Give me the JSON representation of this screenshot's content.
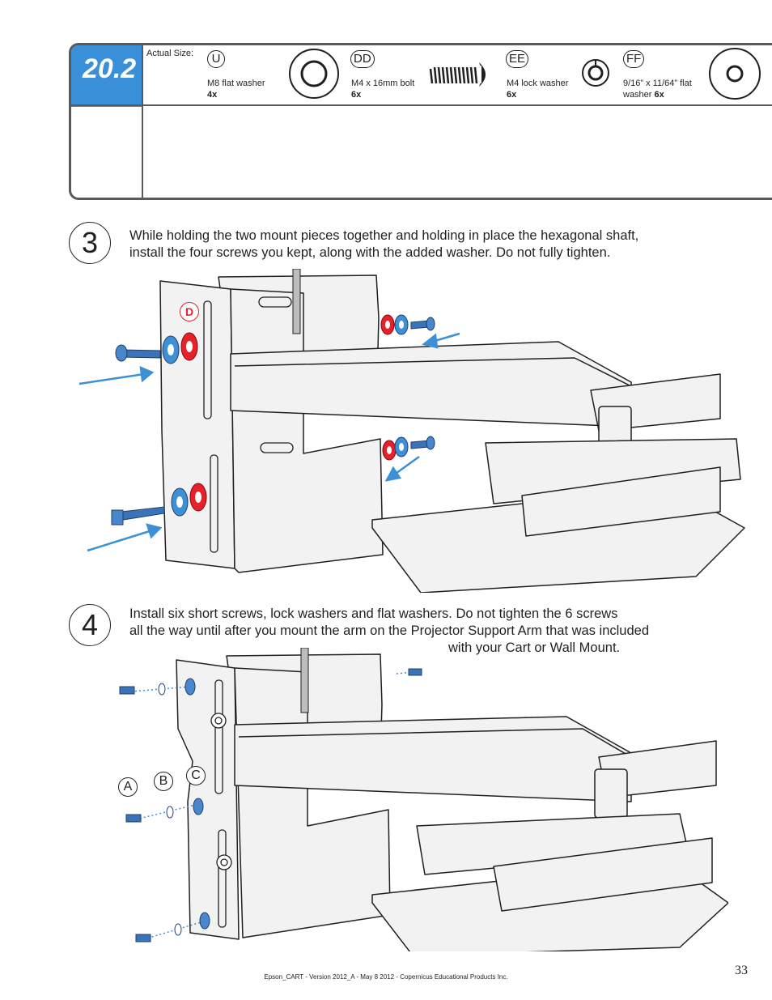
{
  "step": {
    "number": "20.2"
  },
  "parts": {
    "actual_size_label": "Actual Size:",
    "items": [
      {
        "code": "U",
        "name": "M8 flat washer",
        "qty": "4x"
      },
      {
        "code": "DD",
        "name": "M4 x 16mm bolt",
        "qty": "6x"
      },
      {
        "code": "EE",
        "name": "M4 lock washer",
        "qty": "6x"
      },
      {
        "code": "FF",
        "name_line1": "9/16” x 11/64” flat",
        "name_line2": "washer",
        "qty": "6x"
      }
    ]
  },
  "substeps": [
    {
      "number": "3",
      "line1": "While holding the two mount pieces together and holding in place the hexagonal shaft,",
      "line2": "install the four screws you kept, along with the added washer. Do not fully tighten.",
      "callout": "D"
    },
    {
      "number": "4",
      "line1": "Install six short screws, lock washers and flat washers. Do not tighten the 6 screws",
      "line2": "all the way until after you mount the arm on the Projector Support Arm that was included",
      "line3": "with your Cart or Wall Mount.",
      "callouts": [
        "A",
        "B",
        "C"
      ]
    }
  ],
  "footer": {
    "text": "Epson_CART - Version 2012_A - May 8 2012 - Copernicus Educational Products Inc.",
    "page": "33"
  },
  "colors": {
    "accent_blue": "#3a8fd9",
    "washer_red": "#e8202a",
    "arrow_blue": "#3d8fd6"
  }
}
